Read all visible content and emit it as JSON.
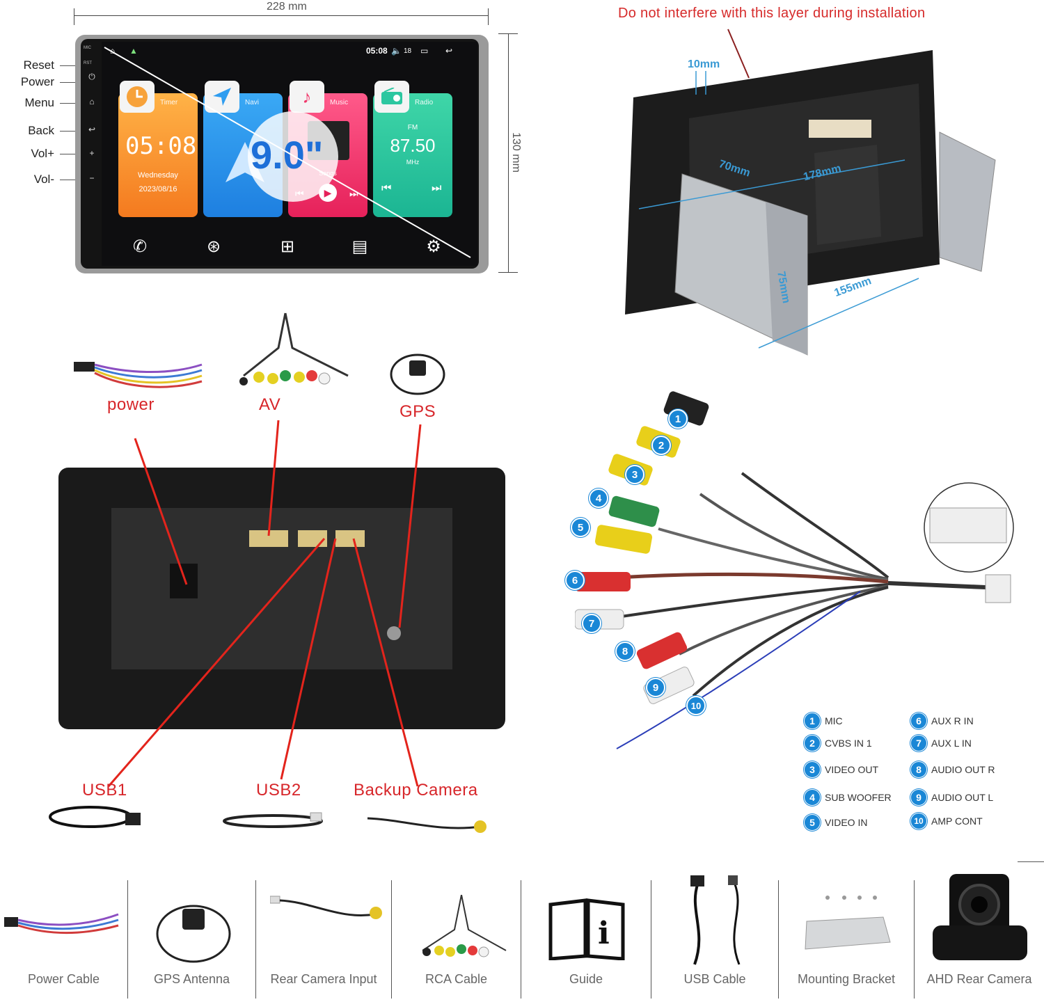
{
  "front_view": {
    "width_dim": "228 mm",
    "height_dim": "130 mm",
    "buttons": [
      {
        "label": "Reset",
        "glyph": "•"
      },
      {
        "label": "Power",
        "glyph": "⏻"
      },
      {
        "label": "Menu",
        "glyph": "⌂"
      },
      {
        "label": "Back",
        "glyph": "↩"
      },
      {
        "label": "Vol+",
        "glyph": "+"
      },
      {
        "label": "Vol-",
        "glyph": "−"
      }
    ],
    "side_mini": {
      "mic": "MIC",
      "rst": "RST"
    },
    "status": {
      "time": "05:08",
      "volume": "18"
    },
    "size_badge": "9.0\"",
    "cards": {
      "timer": {
        "title": "Timer",
        "time": "05:08",
        "day": "Wednesday",
        "date": "2023/08/16",
        "color": "#f39a2a"
      },
      "navi": {
        "title": "Navi",
        "color": "#2f9df0"
      },
      "music": {
        "title": "Music",
        "sub": "Songs",
        "color": "#f0386b"
      },
      "radio": {
        "title": "Radio",
        "band": "FM",
        "freq": "87.50",
        "unit": "MHz",
        "color": "#2cc7a0"
      }
    },
    "dock_icons": [
      "phone-icon",
      "steering-wheel-icon",
      "apps-icon",
      "folder-icon",
      "settings-icon"
    ]
  },
  "rear_view": {
    "note": "Do not interfere with this layer during installation",
    "dims": {
      "depth": "10mm",
      "bracket_h": "70mm",
      "width": "178mm",
      "side": "75mm",
      "length": "155mm"
    }
  },
  "connections": {
    "top_labels": [
      "power",
      "AV",
      "GPS"
    ],
    "bottom_labels": [
      "USB1",
      "USB2",
      "Backup Camera"
    ]
  },
  "rca_legend": [
    {
      "num": "1",
      "label": "MIC"
    },
    {
      "num": "2",
      "label": "CVBS IN 1"
    },
    {
      "num": "3",
      "label": "VIDEO OUT"
    },
    {
      "num": "4",
      "label": "SUB WOOFER"
    },
    {
      "num": "5",
      "label": "VIDEO IN"
    },
    {
      "num": "6",
      "label": "AUX R IN"
    },
    {
      "num": "7",
      "label": "AUX L IN"
    },
    {
      "num": "8",
      "label": "AUDIO OUT R"
    },
    {
      "num": "9",
      "label": "AUDIO OUT L"
    },
    {
      "num": "10",
      "label": "AMP CONT"
    }
  ],
  "rca_badges": [
    "1",
    "2",
    "3",
    "4",
    "5",
    "6",
    "7",
    "8",
    "9",
    "10"
  ],
  "package": [
    "Power Cable",
    "GPS Antenna",
    "Rear Camera Input",
    "RCA Cable",
    "Guide",
    "USB Cable",
    "Mounting Bracket",
    "AHD Rear Camera"
  ]
}
